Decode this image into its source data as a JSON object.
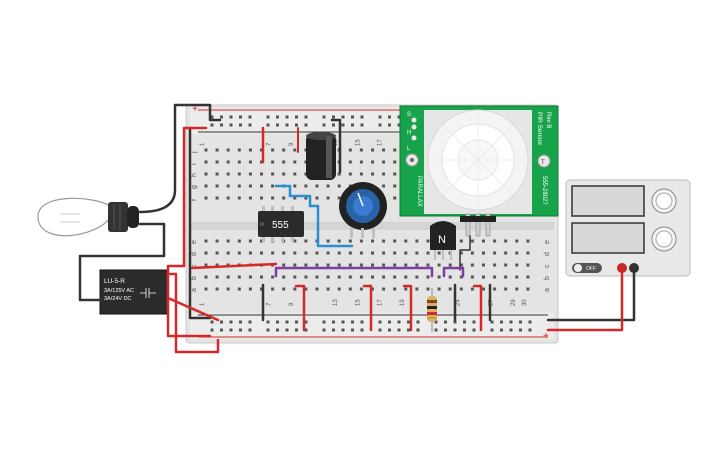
{
  "breadboard": {
    "rail_plus_top": "+",
    "rail_minus_top": "-",
    "rail_plus_bottom": "+",
    "rail_minus_bottom": "-",
    "row_letters_top": [
      "j",
      "i",
      "h",
      "g",
      "f"
    ],
    "row_letters_bottom": [
      "e",
      "d",
      "c",
      "b",
      "a"
    ],
    "col_numbers": [
      "1",
      "",
      "",
      "",
      "",
      "",
      "7",
      "",
      "9",
      "",
      "",
      "",
      "13",
      "",
      "15",
      "",
      "17",
      "",
      "19",
      "",
      "",
      "22",
      "",
      "24",
      "",
      "",
      "27",
      "",
      "29",
      "30"
    ]
  },
  "timer_chip": {
    "label": "555"
  },
  "pir_sensor": {
    "title": "PIR Sensor",
    "rev": "Rev B",
    "brand": "PARALLAX",
    "part_number": "555-28027",
    "pin_labels": [
      "S",
      "H",
      "L"
    ]
  },
  "transistor": {
    "label": "N"
  },
  "relay": {
    "model": "LU-5-R",
    "rating_ac": "3A/125V AC",
    "rating_dc": "3A/24V  DC"
  },
  "power_supply": {
    "off_label": "OFF",
    "display_1": "",
    "display_2": ""
  },
  "colors": {
    "wire_red": "#d62828",
    "wire_black": "#333333",
    "wire_blue": "#2a8fd0",
    "wire_purple": "#7a3fa0",
    "pcb_green": "#17a34a",
    "breadboard": "#e6e6e6"
  }
}
